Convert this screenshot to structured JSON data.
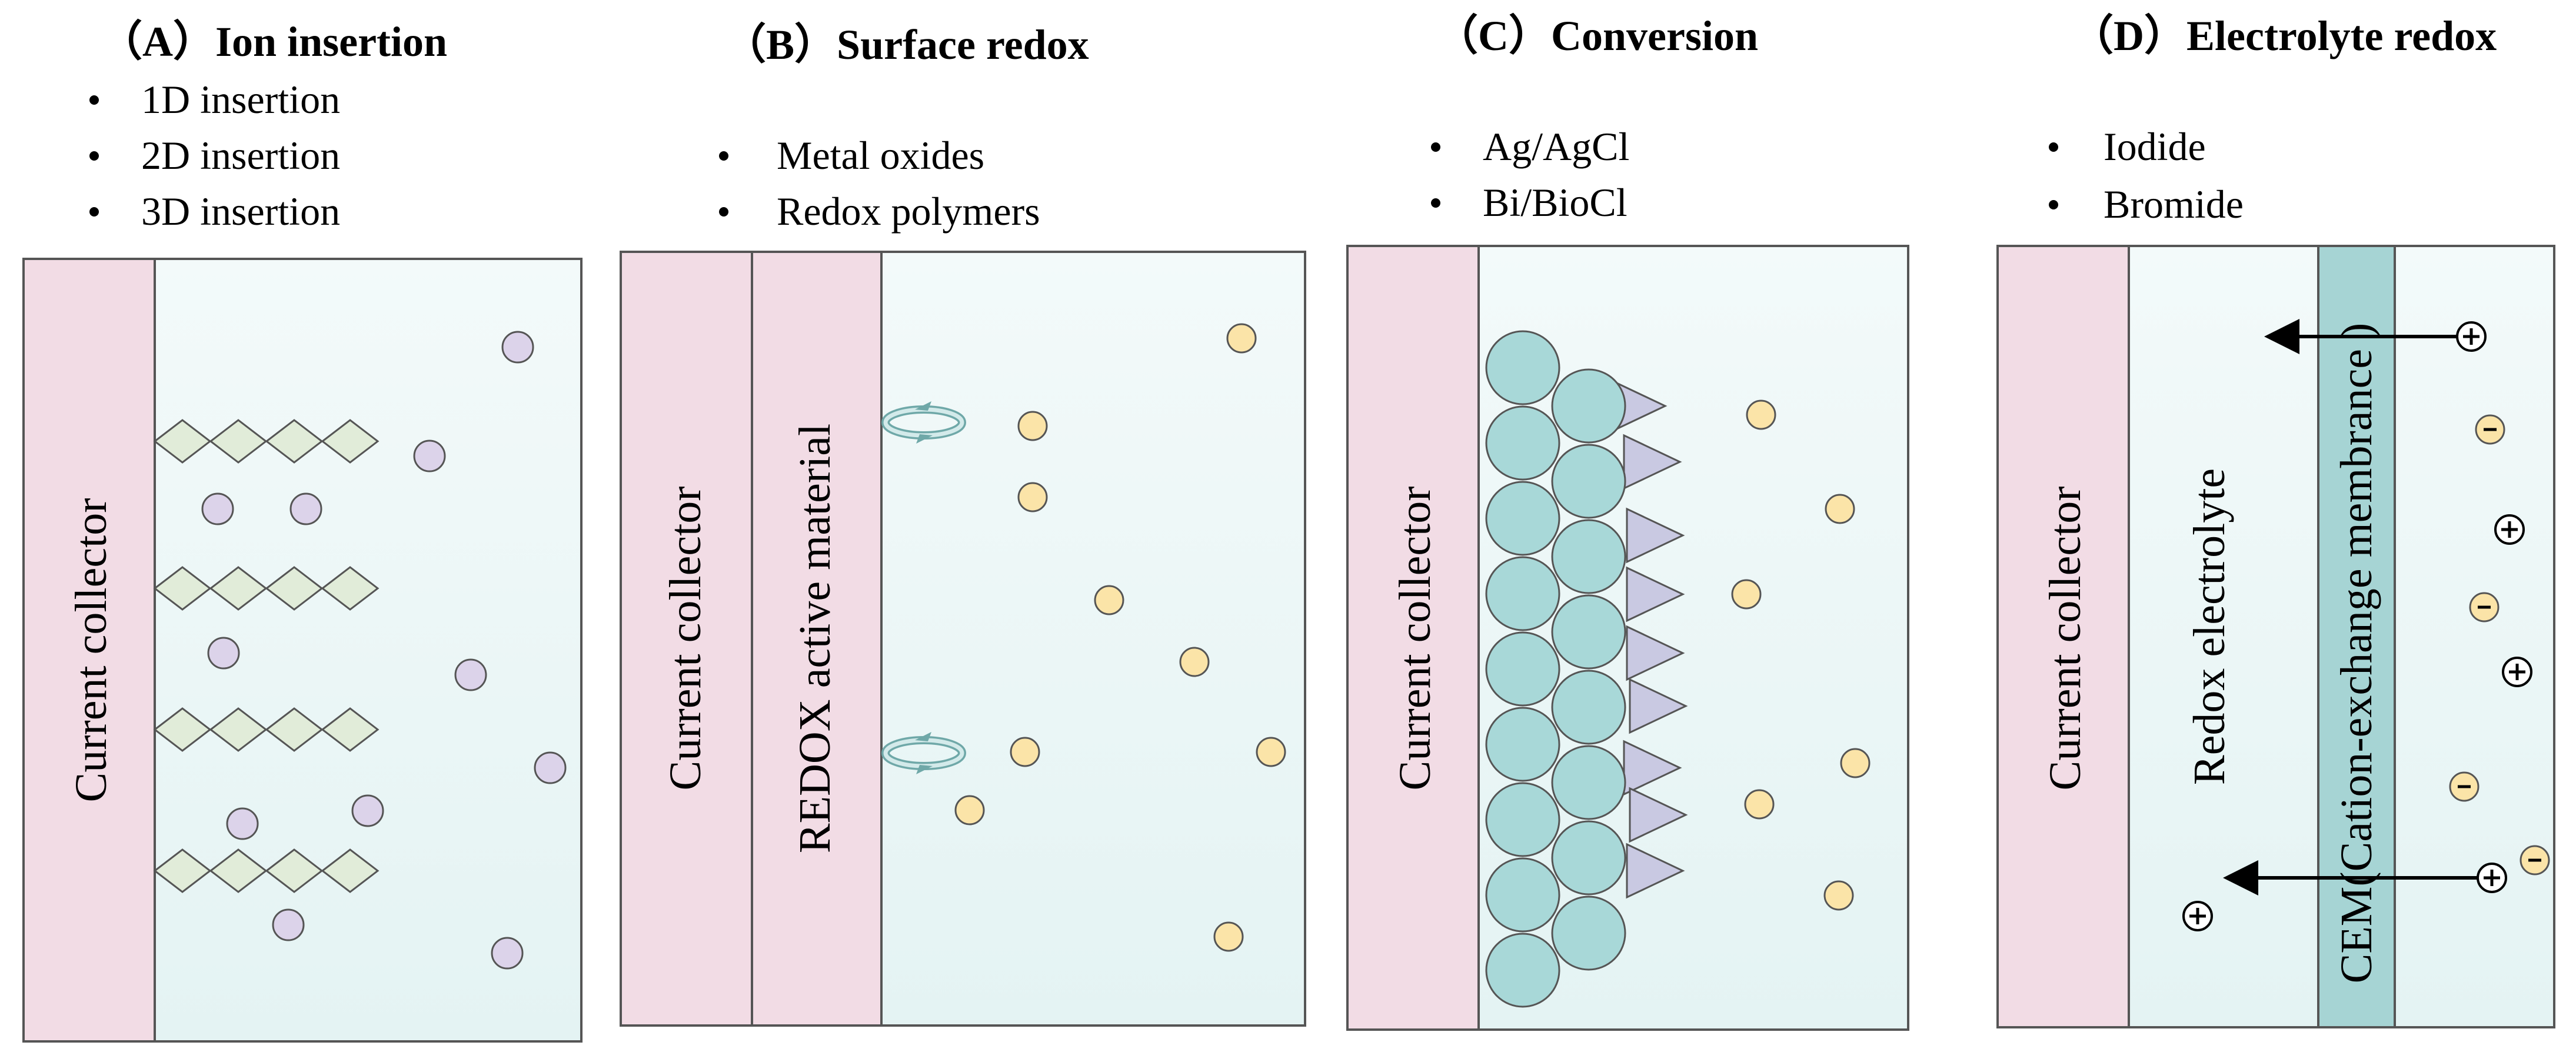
{
  "panels": [
    {
      "id": "A",
      "title": "（A）Ion insertion",
      "bullets": [
        "1D insertion",
        "2D insertion",
        "3D insertion"
      ],
      "collector_label": "Current collector"
    },
    {
      "id": "B",
      "title": "（B）Surface redox",
      "bullets": [
        "Metal oxides",
        "Redox polymers"
      ],
      "collector_label": "Current collector",
      "active_label": "REDOX  active material"
    },
    {
      "id": "C",
      "title": "（C）Conversion",
      "bullets": [
        "Ag/AgCl",
        "Bi/BioCl"
      ],
      "collector_label": "Current collector"
    },
    {
      "id": "D",
      "title": "（D）Electrolyte redox",
      "bullets": [
        "Iodide",
        "Bromide"
      ],
      "collector_label": "Current collector",
      "electrolyte_label": "Redox electrolyte",
      "membrane_label": "CEM(Cation-exchange membrance )"
    }
  ],
  "colors": {
    "collector": "#f2dce5",
    "electrolyte": "#eaf6f6",
    "outline": "#555555",
    "diamond": "#e1ecd9",
    "ion_purple": "#dcd3ea",
    "ion_yellow": "#fbe4a8",
    "sphere": "#a8d8d8",
    "triangle": "#c9c9e2",
    "membrane": "#a6d4d4"
  },
  "icons": [
    "bullet-dot",
    "redox-cycle-icon",
    "plus-ion-icon",
    "minus-ion-icon",
    "arrow-left-icon"
  ]
}
